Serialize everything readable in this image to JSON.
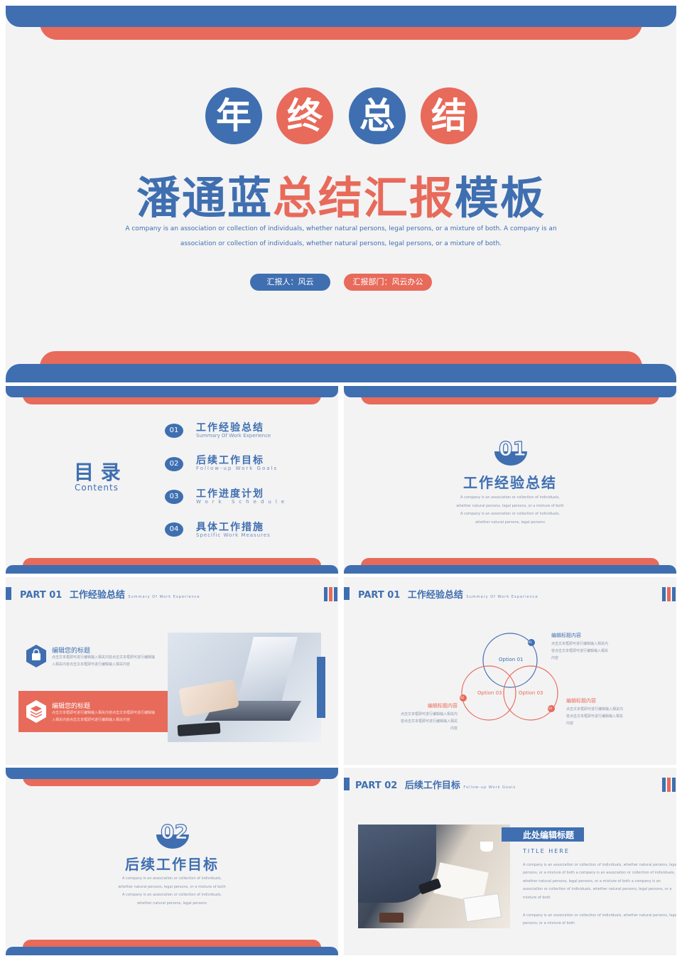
{
  "colors": {
    "blue": "#3f6fb0",
    "red": "#e86a5a",
    "bg": "#f3f3f4"
  },
  "cover": {
    "chars": [
      "年",
      "终",
      "总",
      "结"
    ],
    "title_blue": "潘通蓝",
    "title_red": "总结汇报",
    "title_blue2": "模板",
    "desc_line1": "A company is an association or collection of individuals, whether natural persons, legal persons, or a mixture of both. A company is an",
    "desc_line2": "association or collection of individuals, whether natural persons, legal persons, or a mixture of both.",
    "reporter": "汇报人：风云",
    "department": "汇报部门：风云办公"
  },
  "toc": {
    "title": "目 录",
    "subtitle": "Contents",
    "items": [
      {
        "num": "01",
        "cn": "工作经验总结",
        "en": "Summary Of Work Experience"
      },
      {
        "num": "02",
        "cn": "后续工作目标",
        "en": "Follow-up Work Goals"
      },
      {
        "num": "03",
        "cn": "工作进度计划",
        "en": "Work Schedule"
      },
      {
        "num": "04",
        "cn": "具体工作措施",
        "en": "Specific Work Measures"
      }
    ]
  },
  "section1": {
    "num": "01",
    "title": "工作经验总结",
    "lines": [
      "A company is an association or collection of individuals,",
      "whether natural persons, legal persons, or a mixture of both",
      "A company is an  association or collection of individuals,",
      "whether natural persons, legal persons"
    ]
  },
  "part_header": {
    "part": "PART",
    "part1_num": "01",
    "part1_cn": "工作经验总结",
    "part1_en": "Summary Of Work Experience",
    "part2_num": "02",
    "part2_cn": "后续工作目标",
    "part2_en": "Follow-up Work Goals"
  },
  "slide4": {
    "item1_title": "编辑您的标题",
    "item1_text": [
      "点击文本框即可进行编辑输入相关内容点击文本框即可进行编辑输",
      "入相关内容点击文本框即可进行编辑输入相关内容"
    ],
    "item2_title": "编辑您的标题",
    "item2_text": [
      "点击文本框即可进行编辑输入相关内容点击文本框即可进行编辑输",
      "入相关内容点击文本框即可进行编辑输入相关内容"
    ]
  },
  "slide5": {
    "option1": "Option 01",
    "option2": "Option 03",
    "option3": "Option 03",
    "n1": "01",
    "n2": "02",
    "n3": "03",
    "label_top": "编辑标题内容",
    "text_top": [
      "点击文本框即可进行编辑输入相关内",
      "容点击文本框即可进行编辑输入相关",
      "内容"
    ],
    "label_left": "编辑标题内容",
    "text_left": [
      "点击文本框即可进行编辑输入相关内",
      "容点击文本框即可进行编辑输入相关",
      "内容"
    ],
    "label_right": "编辑标题内容",
    "text_right": [
      "点击文本框即可进行编辑输入相关内",
      "容点击文本框即可进行编辑输入相关",
      "内容"
    ]
  },
  "section2": {
    "num": "02",
    "title": "后续工作目标",
    "lines": [
      "A company is an association or collection of individuals,",
      "whether natural persons, legal persons, or a mixture of both",
      "A company is an  association or collection of individuals,",
      "whether natural persons, legal persons"
    ]
  },
  "slide7": {
    "heading": "此处编辑标题",
    "title_here": "TITLE  HERE",
    "para1": [
      "A company is an association or collection of individuals, whether natural persons, legal",
      "persons, or a mixture of both a company is an association or collection of individuals,",
      "whether natural persons, legal persons, or a mixture of both a company is an",
      "association or collection of individuals, whether natural persons, legal persons, or a",
      "mixture of both"
    ],
    "para2": [
      "A company is an association or collection of individuals, whether natural persons, legal",
      "persons, or a mixture of both"
    ]
  }
}
